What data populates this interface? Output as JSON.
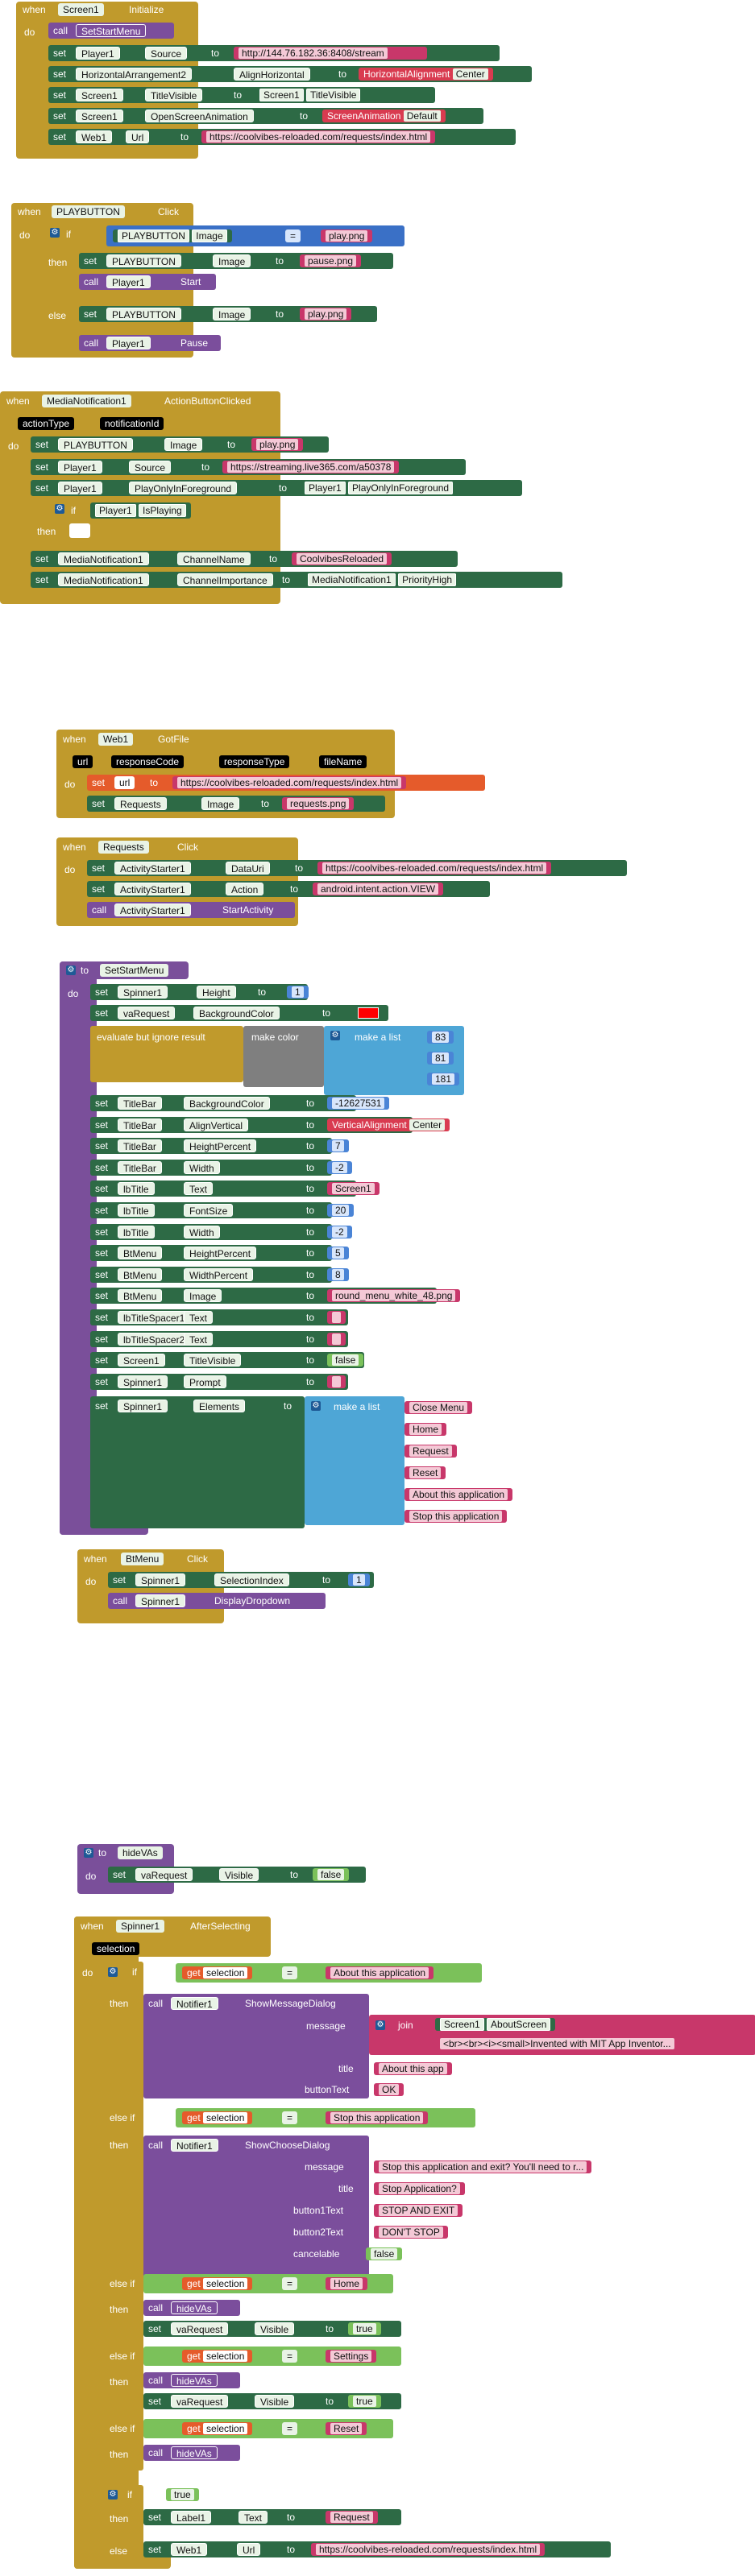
{
  "event_when": "when",
  "do_label": "do",
  "then_label": "then",
  "else_label": "else",
  "elseif_label": "else if",
  "if_label": "if",
  "set_label": "set",
  "call_label": "call",
  "to_label": "to",
  "get_label": "get",
  "eq_label": "=",
  "gear_glyph": "⚙",
  "colors": {
    "event": "#c09a2c",
    "procedure": "#7a4f9a",
    "setter": "#2d6a45",
    "text": "#c8376a",
    "number": "#4a84d6",
    "list": "#4ea6d6",
    "logic": "#7bc15a",
    "variable": "#e55b2b"
  },
  "screen_init": {
    "component": "Screen1",
    "event": "Initialize",
    "call_proc": "SetStartMenu",
    "rows": [
      {
        "comp": "Player1",
        "prop": "Source",
        "value": "http://144.76.182.36:8408/stream"
      },
      {
        "comp": "HorizontalArrangement2",
        "prop": "AlignHorizontal",
        "helper_type": "HorizontalAlignment",
        "helper_value": "Center"
      },
      {
        "comp": "Screen1",
        "prop": "TitleVisible",
        "getter_comp": "Screen1",
        "getter_prop": "TitleVisible"
      },
      {
        "comp": "Screen1",
        "prop": "OpenScreenAnimation",
        "helper_type": "ScreenAnimation",
        "helper_value": "Default"
      },
      {
        "comp": "Web1",
        "prop": "Url",
        "value": "https://coolvibes-reloaded.com/requests/index.html"
      }
    ]
  },
  "play_click": {
    "component": "PLAYBUTTON",
    "event": "Click",
    "cond_comp": "PLAYBUTTON",
    "cond_prop": "Image",
    "cond_value": "play.png",
    "then_set_value": "pause.png",
    "then_call": "Start",
    "else_set_value": "play.png",
    "else_call": "Pause",
    "player": "Player1"
  },
  "media_notif": {
    "component": "MediaNotification1",
    "event": "ActionButtonClicked",
    "params": [
      "actionType",
      "notificationId"
    ],
    "set1": {
      "comp": "PLAYBUTTON",
      "prop": "Image",
      "value": "play.png"
    },
    "set2": {
      "comp": "Player1",
      "prop": "Source",
      "value": "https://streaming.live365.com/a50378"
    },
    "set3": {
      "comp": "Player1",
      "prop": "PlayOnlyInForeground",
      "getter_comp": "Player1",
      "getter_prop": "PlayOnlyInForeground"
    },
    "if_comp": "Player1",
    "if_prop": "IsPlaying",
    "set4": {
      "comp": "MediaNotification1",
      "prop": "ChannelName",
      "value": "CoolvibesReloaded"
    },
    "set5": {
      "comp": "MediaNotification1",
      "prop": "ChannelImportance",
      "getter_comp": "MediaNotification1",
      "getter_prop": "PriorityHigh"
    }
  },
  "web_got": {
    "component": "Web1",
    "event": "GotFile",
    "params": [
      "url",
      "responseCode",
      "responseType",
      "fileName"
    ],
    "set_var": "url",
    "set_var_value": "https://coolvibes-reloaded.com/requests/index.html",
    "set_comp": "Requests",
    "set_prop": "Image",
    "set_value": "requests.png"
  },
  "requests_click": {
    "component": "Requests",
    "event": "Click",
    "rows": [
      {
        "comp": "ActivityStarter1",
        "prop": "DataUri",
        "value": "https://coolvibes-reloaded.com/requests/index.html"
      },
      {
        "comp": "ActivityStarter1",
        "prop": "Action",
        "value": "android.intent.action.VIEW"
      }
    ],
    "call_comp": "ActivityStarter1",
    "call_method": "StartActivity"
  },
  "set_start_menu": {
    "to_label": "to",
    "name": "SetStartMenu",
    "spinner_height": {
      "comp": "Spinner1",
      "prop": "Height",
      "value": "1"
    },
    "bg": {
      "comp": "vaRequest",
      "prop": "BackgroundColor",
      "color": "#ff0000"
    },
    "eval_label": "evaluate but ignore result",
    "make_color": "make color",
    "make_list": "make a list",
    "rgb": [
      "83",
      "81",
      "181"
    ],
    "rows": [
      {
        "comp": "TitleBar",
        "prop": "BackgroundColor",
        "kind": "num",
        "value": "-12627531"
      },
      {
        "comp": "TitleBar",
        "prop": "AlignVertical",
        "kind": "helper",
        "helper_type": "VerticalAlignment",
        "helper_value": "Center"
      },
      {
        "comp": "TitleBar",
        "prop": "HeightPercent",
        "kind": "num",
        "value": "7"
      },
      {
        "comp": "TitleBar",
        "prop": "Width",
        "kind": "num",
        "value": "-2"
      },
      {
        "comp": "lbTitle",
        "prop": "Text",
        "kind": "str",
        "value": "Screen1"
      },
      {
        "comp": "lbTitle",
        "prop": "FontSize",
        "kind": "num",
        "value": "20"
      },
      {
        "comp": "lbTitle",
        "prop": "Width",
        "kind": "num",
        "value": "-2"
      },
      {
        "comp": "BtMenu",
        "prop": "HeightPercent",
        "kind": "num",
        "value": "5"
      },
      {
        "comp": "BtMenu",
        "prop": "WidthPercent",
        "kind": "num",
        "value": "8"
      },
      {
        "comp": "BtMenu",
        "prop": "Image",
        "kind": "str",
        "value": "round_menu_white_48.png"
      },
      {
        "comp": "lbTitleSpacer1",
        "prop": "Text",
        "kind": "str",
        "value": " "
      },
      {
        "comp": "lbTitleSpacer2",
        "prop": "Text",
        "kind": "str",
        "value": " "
      },
      {
        "comp": "Screen1",
        "prop": "TitleVisible",
        "kind": "bool",
        "value": "false"
      },
      {
        "comp": "Spinner1",
        "prop": "Prompt",
        "kind": "str",
        "value": " "
      }
    ],
    "elements": {
      "comp": "Spinner1",
      "prop": "Elements",
      "items": [
        "Close Menu",
        "Home",
        "Request",
        "Reset",
        "About this application",
        "Stop this application"
      ]
    }
  },
  "btmenu_click": {
    "component": "BtMenu",
    "event": "Click",
    "set_comp": "Spinner1",
    "set_prop": "SelectionIndex",
    "set_value": "1",
    "call_comp": "Spinner1",
    "call_method": "DisplayDropdown"
  },
  "hide_vas": {
    "to_label": "to",
    "name": "hideVAs",
    "set_comp": "vaRequest",
    "set_prop": "Visible",
    "set_value": "false"
  },
  "after_select": {
    "component": "Spinner1",
    "event": "AfterSelecting",
    "param": "selection",
    "cmp1": "About this application",
    "notifier": "Notifier1",
    "show_msg": "ShowMessageDialog",
    "message_label": "message",
    "join_label": "join",
    "join_comp": "Screen1",
    "join_prop": "AboutScreen",
    "join_text": "<br><br><i><small>Invented with MIT App Inventor...",
    "title_label": "title",
    "title_value": "About this app",
    "button_text_label": "buttonText",
    "button_text_value": "OK",
    "cmp2": "Stop this application",
    "show_choose": "ShowChooseDialog",
    "choose_message": "Stop this application and exit? You'll need to r...",
    "choose_title": "Stop Application?",
    "b1_label": "button1Text",
    "b1_value": "STOP AND EXIT",
    "b2_label": "button2Text",
    "b2_value": "DON'T STOP",
    "cancelable_label": "cancelable",
    "cancelable_value": "false",
    "cmp3": "Home",
    "cmp4": "Settings",
    "cmp5": "Reset",
    "proc": "hideVAs",
    "va_comp": "vaRequest",
    "va_prop": "Visible",
    "va_value": "true",
    "if_true": "true",
    "label_comp": "Label1",
    "label_prop": "Text",
    "label_value": "Request",
    "web_comp": "Web1",
    "web_prop": "Url",
    "web_value": "https://coolvibes-reloaded.com/requests/index.html"
  }
}
